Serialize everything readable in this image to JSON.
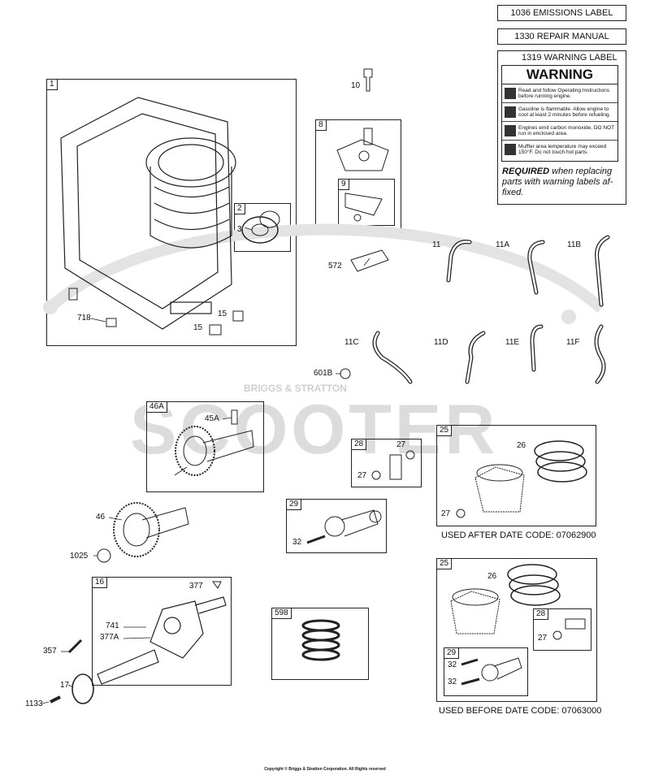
{
  "header_boxes": [
    {
      "id": "1036",
      "text": "1036 EMISSIONS LABEL"
    },
    {
      "id": "1330",
      "text": "1330 REPAIR MANUAL"
    },
    {
      "id": "1319",
      "text": "1319 WARNING LABEL"
    }
  ],
  "warning": {
    "title": "WARNING",
    "lines": [
      "Read and follow Operating Instructions before running engine.",
      "Gasoline is flammable. Allow engine to cool at least 2 minutes before refueling.",
      "Engines emit carbon monoxide, DO NOT run in enclosed area.",
      "Muffler area temperature may exceed 150°F. Do not touch hot parts."
    ],
    "required_bold": "REQUIRED",
    "required_text": " when replacing parts with warning labels af-fixed."
  },
  "watermark": {
    "text": "SCOOTER",
    "sub": "BRIGGS & STRATTON"
  },
  "labels": {
    "l1": "1",
    "l2": "2",
    "l3": "3",
    "l718": "718",
    "l15a": "15",
    "l15b": "15",
    "l10": "10",
    "l8": "8",
    "l9": "9",
    "l572": "572",
    "l11": "11",
    "l11A": "11A",
    "l11B": "11B",
    "l11C": "11C",
    "l11D": "11D",
    "l11E": "11E",
    "l11F": "11F",
    "l601B": "601B",
    "l46A": "46A",
    "l45A": "45A",
    "l46": "46",
    "l1025": "1025",
    "l16": "16",
    "l377": "377",
    "l741": "741",
    "l377A": "377A",
    "l357": "357",
    "l17": "17",
    "l1133": "1133",
    "l28a": "28",
    "l27a": "27",
    "l27b": "27",
    "l29a": "29",
    "l32a": "32",
    "l598": "598",
    "l25a": "25",
    "l26a": "26",
    "l27c": "27",
    "l25b": "25",
    "l26b": "26",
    "l28b": "28",
    "l27d": "27",
    "l29b": "29",
    "l32b": "32",
    "l32c": "32"
  },
  "notes": {
    "after": "USED AFTER DATE CODE:  07062900",
    "before": "USED BEFORE DATE CODE:  07063000"
  },
  "copyright": "Copyright © Briggs & Stratton Corporation. All Rights reserved"
}
